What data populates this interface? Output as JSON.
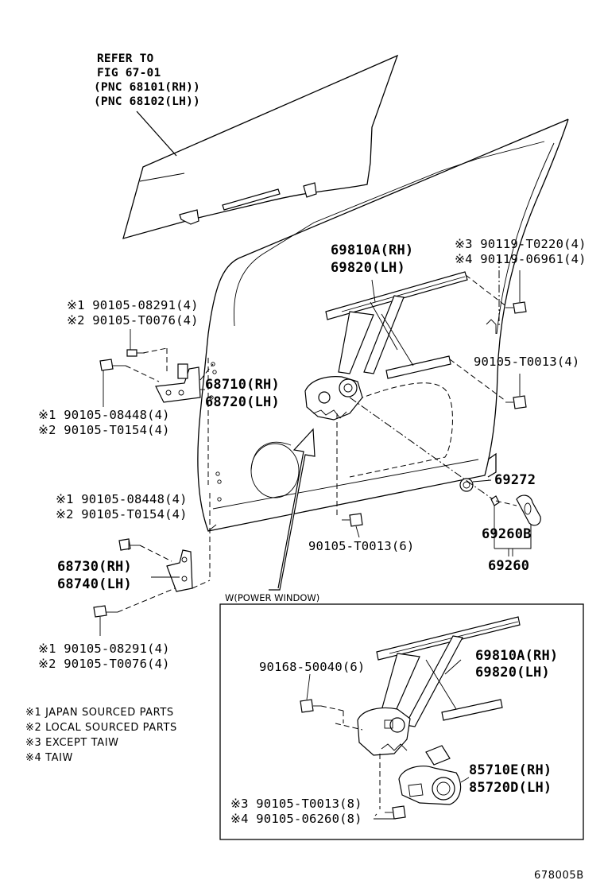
{
  "glass_note": {
    "line1": "REFER TO",
    "line2": "FIG 67-01",
    "line3": "(PNC 68101(RH))",
    "line4": "(PNC 68102(LH))"
  },
  "regulator_top": {
    "rh": "69810A(RH)",
    "lh": "69820(LH)"
  },
  "bolt_top_right": {
    "m3": "※3 90119-T0220(4)",
    "m4": "※4 90119-06961(4)"
  },
  "bolt_mid_right": "90105-T0013(4)",
  "hinge_upper_bolts_top": {
    "m1": "※1 90105-08291(4)",
    "m2": "※2 90105-T0076(4)"
  },
  "hinge_upper": {
    "rh": "68710(RH)",
    "lh": "68720(LH)"
  },
  "hinge_upper_bolts_bottom": {
    "m1": "※1 90105-08448(4)",
    "m2": "※2 90105-T0154(4)"
  },
  "hinge_lower_bolts_top": {
    "m1": "※1 90105-08448(4)",
    "m2": "※2 90105-T0154(4)"
  },
  "hinge_lower": {
    "rh": "68730(RH)",
    "lh": "68740(LH)"
  },
  "hinge_lower_bolts_bottom": {
    "m1": "※1 90105-08291(4)",
    "m2": "※2 90105-T0076(4)"
  },
  "part_69272": "69272",
  "part_69260b": "69260B",
  "part_69260": "69260",
  "bolt_bottom_center": "90105-T0013(6)",
  "power_window": {
    "title": "W(POWER WINDOW)",
    "bolt": "90168-50040(6)",
    "regulator_rh": "69810A(RH)",
    "regulator_lh": "69820(LH)",
    "motor_rh": "85710E(RH)",
    "motor_lh": "85720D(LH)",
    "bolt_m3": "※3 90105-T0013(8)",
    "bolt_m4": "※4 90105-06260(8)"
  },
  "legend": {
    "n1": "※1 JAPAN SOURCED PARTS",
    "n2": "※2 LOCAL SOURCED PARTS",
    "n3": "※3 EXCEPT TAIW",
    "n4": "※4 TAIW"
  },
  "figure_code": "678005B"
}
